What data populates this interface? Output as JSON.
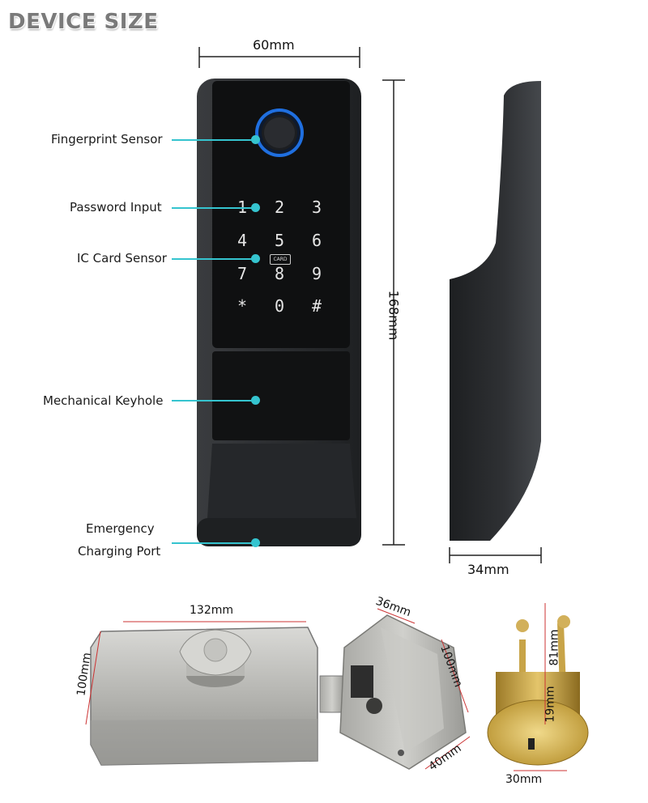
{
  "title": "DEVICE SIZE",
  "labels": {
    "fingerprint": "Fingerprint Sensor",
    "password": "Password Input",
    "ic_card": "IC Card Sensor",
    "keyhole": "Mechanical Keyhole",
    "charging_line1": "Emergency",
    "charging_line2": "Charging Port"
  },
  "keypad": [
    "1",
    "2",
    "3",
    "4",
    "5",
    "6",
    "7",
    "8",
    "9",
    "*",
    "0",
    "#"
  ],
  "card_text": "CARD",
  "dimensions": {
    "width": "60mm",
    "height": "168mm",
    "depth": "34mm",
    "lock_width": "132mm",
    "lock_height": "100mm",
    "lock_depth": "36mm",
    "side_height": "100mm",
    "side_depth": "40mm",
    "cyl_length": "81mm",
    "cyl_inner": "19mm",
    "cyl_diameter": "30mm"
  },
  "colors": {
    "accent": "#35c4cf",
    "device": "#2a2c2e",
    "ring": "#1f6fe0"
  }
}
